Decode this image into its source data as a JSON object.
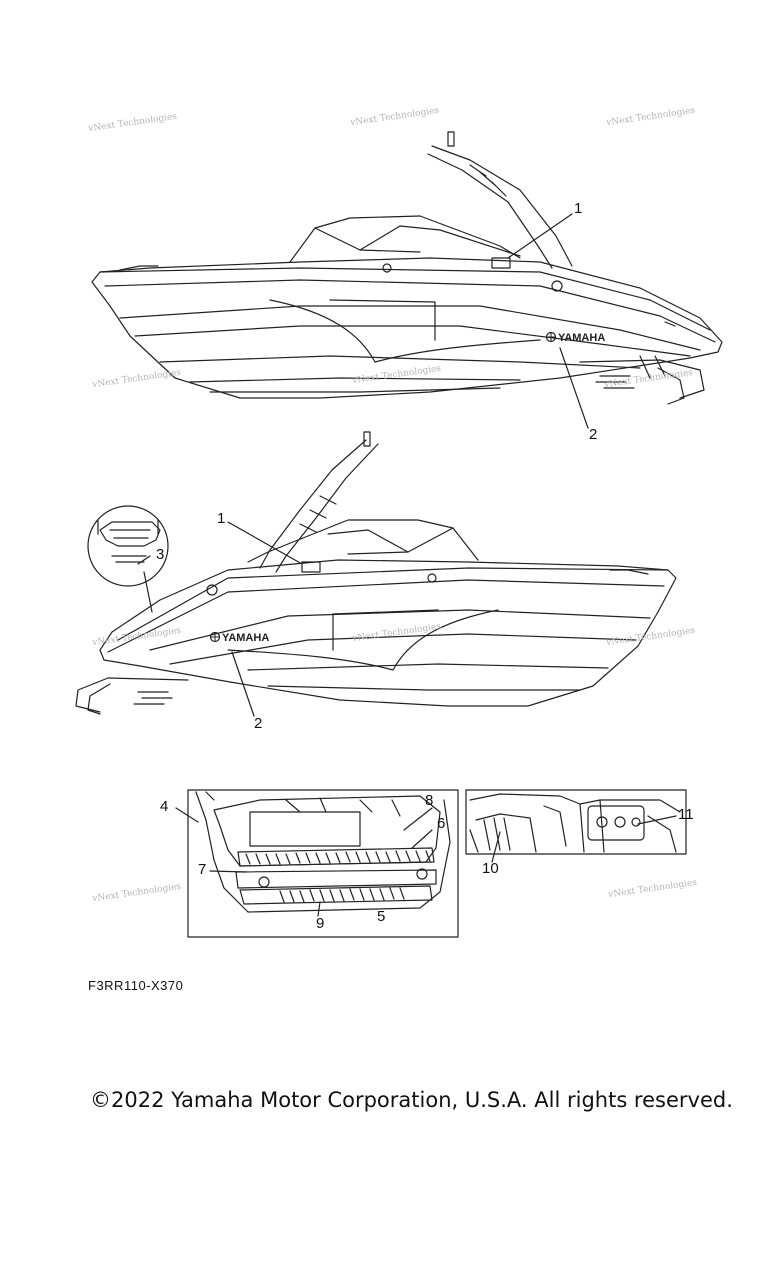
{
  "watermark": {
    "text": "vNext Technologies"
  },
  "callouts": {
    "top_view": [
      "1",
      "2"
    ],
    "middle_view": [
      "1",
      "2",
      "3"
    ],
    "detail_left": [
      "4",
      "5",
      "6",
      "7",
      "8",
      "9"
    ],
    "detail_right": [
      "10",
      "11"
    ]
  },
  "decal": {
    "brand": "YAMAHA"
  },
  "part_code": "F3RR110-X370",
  "copyright": "©2022 Yamaha Motor Corporation, U.S.A. All rights reserved."
}
